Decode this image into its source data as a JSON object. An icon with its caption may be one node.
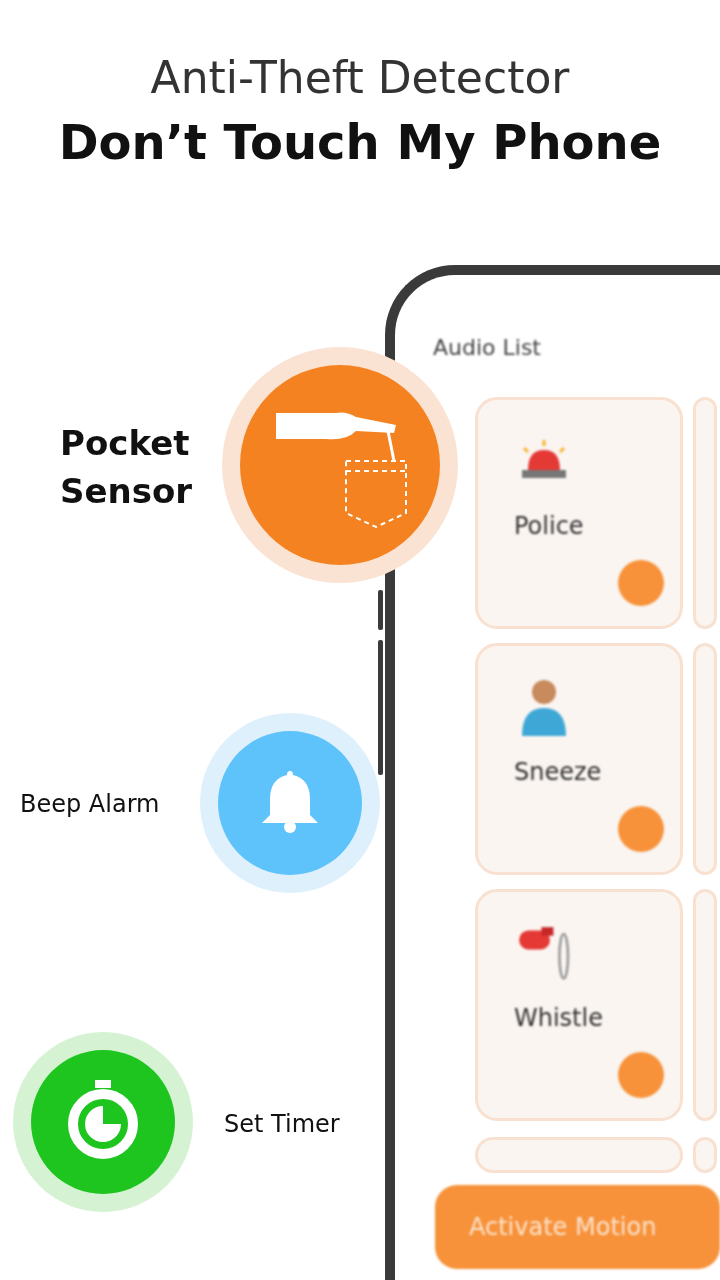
{
  "diagram": {
    "title": "Anti-Theft Detector",
    "nodes": [
      {
        "text": [
          "Audio List"
        ]
      },
      {
        "text": [
          "Police"
        ],
        "in": 0
      },
      {
        "text": [],
        "shape": "box",
        "in": 0
      },
      {
        "text": [
          "Sneeze"
        ],
        "in": 0
      },
      {
        "text": [],
        "shape": "box",
        "in": 0
      },
      {
        "text": [
          "Whistle"
        ],
        "in": 0
      },
      {
        "text": [],
        "shape": "box",
        "in": 0
      },
      {
        "text": [],
        "shape": "box",
        "in": 0
      },
      {
        "text": [],
        "shape": "box",
        "in": 0
      },
      {
        "text": [
          "Activate Motion"
        ],
        "in": 0
      },
      {
        "text": [],
        "shape": "circle",
        "beside": [
          "Pocket Sensor"
        ]
      },
      {
        "text": [],
        "shape": "circle",
        "beside": [
          "Beep Alarm"
        ]
      },
      {
        "text": [],
        "shape": "circle",
        "beside": [
          "Set Timer"
        ]
      }
    ],
    "labels": [
      "Don’t Touch My Phone"
    ]
  }
}
